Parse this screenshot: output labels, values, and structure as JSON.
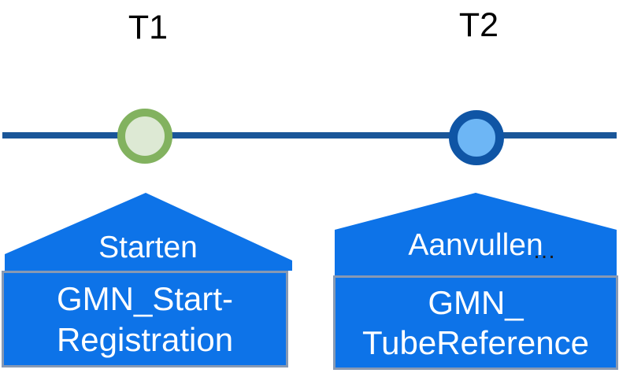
{
  "diagram": {
    "type": "timeline",
    "markers": [
      {
        "time_label": "T1",
        "action_label": "Starten",
        "message_line1": "GMN_Start-",
        "message_line2": "Registration",
        "marker_fill": "#DDE9D4",
        "marker_border": "#82B25F"
      },
      {
        "time_label": "T2",
        "action_label": "Aanvullen",
        "ellipsis": "…",
        "message_line1": "GMN_",
        "message_line2": "TubeReference",
        "marker_fill": "#6DB6F5",
        "marker_border": "#0F55A5"
      }
    ],
    "colors": {
      "timeline_line": "#1A5699",
      "callout_fill": "#0D73E8",
      "box_border": "#8799B3",
      "time_label_text": "#000000",
      "callout_text": "#FFFFFF",
      "ellipsis_text": "#1A1A1A"
    }
  }
}
